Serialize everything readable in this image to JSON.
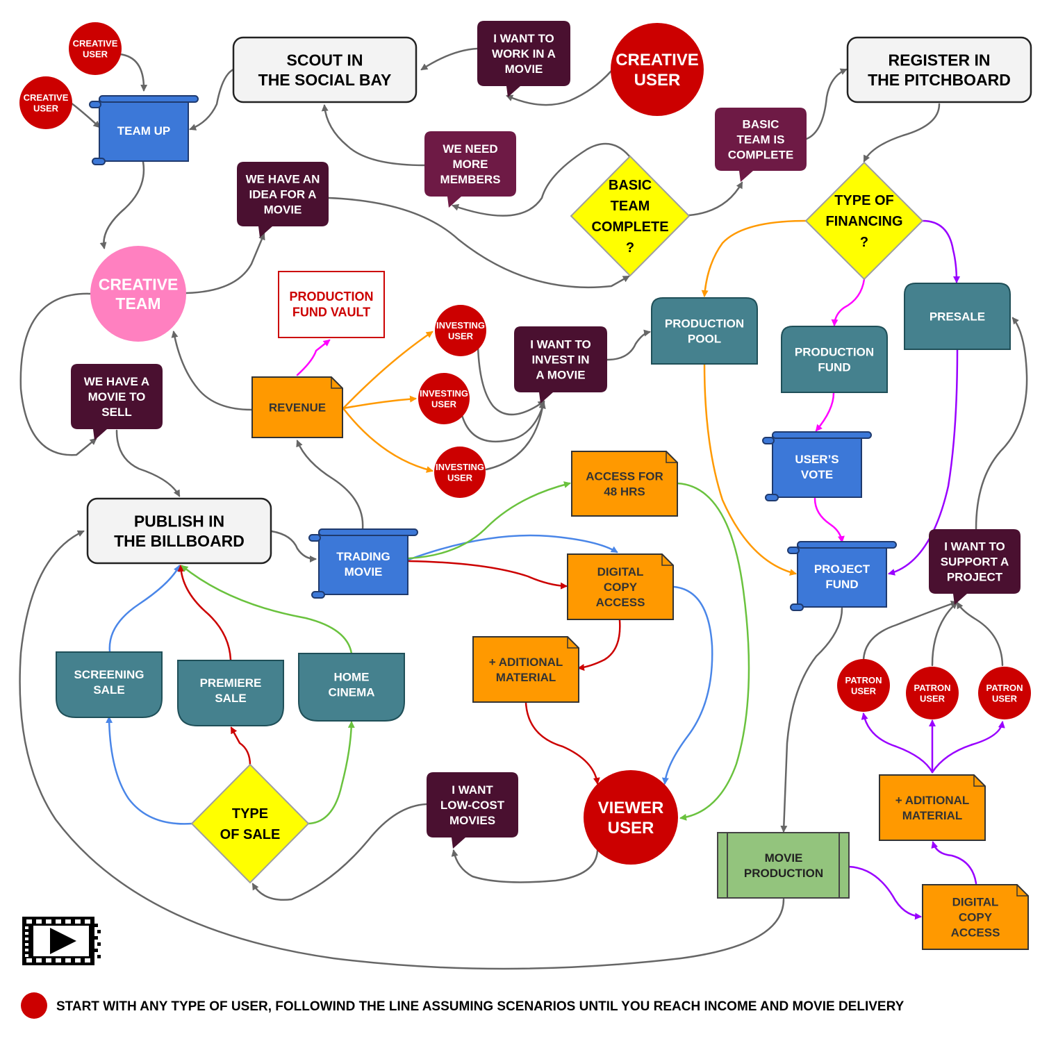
{
  "colors": {
    "creative_user": "#cc0000",
    "creative_team": "#ff80c0",
    "speech": "#4a1030",
    "speech_alt": "#6e1a45",
    "scroll_blue": "#3c78d8",
    "teal": "#45818e",
    "orange": "#ff9900",
    "diamond": "#ffff00",
    "green": "#93c47d",
    "line_gray": "#666666",
    "line_orange": "#ff9900",
    "line_magenta": "#ff00ff",
    "line_purple": "#9900ff",
    "line_blue": "#4a86e8",
    "line_red": "#cc0000",
    "line_green": "#6ac23e"
  },
  "users": {
    "creative_small_1": [
      "CREATIVE",
      "USER"
    ],
    "creative_small_2": [
      "CREATIVE",
      "USER"
    ],
    "creative_big": [
      "CREATIVE",
      "USER"
    ],
    "investing_1": [
      "INVESTING",
      "USER"
    ],
    "investing_2": [
      "INVESTING",
      "USER"
    ],
    "investing_3": [
      "INVESTING",
      "USER"
    ],
    "viewer": [
      "VIEWER",
      "USER"
    ],
    "patron_1": [
      "PATRON",
      "USER"
    ],
    "patron_2": [
      "PATRON",
      "USER"
    ],
    "patron_3": [
      "PATRON",
      "USER"
    ]
  },
  "team": {
    "creative_team": [
      "CREATIVE",
      "TEAM"
    ]
  },
  "platforms": {
    "social_bay": [
      "SCOUT IN",
      "THE SOCIAL BAY"
    ],
    "pitchboard": [
      "REGISTER IN",
      "THE PITCHBOARD"
    ],
    "billboard": [
      "PUBLISH IN",
      "THE BILLBOARD"
    ]
  },
  "bubbles": {
    "want_work": [
      "I WANT TO",
      "WORK IN A",
      "MOVIE"
    ],
    "need_members": [
      "WE NEED",
      "MORE",
      "MEMBERS"
    ],
    "team_complete": [
      "BASIC",
      "TEAM IS",
      "COMPLETE"
    ],
    "have_idea": [
      "WE HAVE AN",
      "IDEA FOR A",
      "MOVIE"
    ],
    "movie_to_sell": [
      "WE HAVE A",
      "MOVIE TO",
      "SELL"
    ],
    "want_invest": [
      "I WANT TO",
      "INVEST IN",
      "A MOVIE"
    ],
    "low_cost": [
      "I WANT",
      "LOW-COST",
      "MOVIES"
    ],
    "support_project": [
      "I WANT TO",
      "SUPPORT A",
      "PROJECT"
    ]
  },
  "decisions": {
    "basic_team": [
      "BASIC",
      "TEAM",
      "COMPLETE",
      "?"
    ],
    "financing": [
      "TYPE OF",
      "FINANCING",
      "?"
    ],
    "sale": [
      "TYPE",
      "OF SALE"
    ]
  },
  "scrolls": {
    "team_up": [
      "TEAM UP"
    ],
    "users_vote": [
      "USER’S",
      "VOTE"
    ],
    "project_fund": [
      "PROJECT",
      "FUND"
    ],
    "trading_movie": [
      "TRADING",
      "MOVIE"
    ]
  },
  "funds": {
    "production_pool": [
      "PRODUCTION",
      "POOL"
    ],
    "production_fund": [
      "PRODUCTION",
      "FUND"
    ],
    "presale": [
      "PRESALE"
    ]
  },
  "sales": {
    "screening": [
      "SCREENING",
      "SALE"
    ],
    "premiere": [
      "PREMIERE",
      "SALE"
    ],
    "home_cinema": [
      "HOME",
      "CINEMA"
    ]
  },
  "docs": {
    "revenue": [
      "REVENUE"
    ],
    "access_48": [
      "ACCESS FOR",
      "48 HRS"
    ],
    "digital_copy_1": [
      "DIGITAL",
      "COPY",
      "ACCESS"
    ],
    "aditional_1": [
      "+ ADITIONAL",
      "MATERIAL"
    ],
    "aditional_2": [
      "+ ADITIONAL",
      "MATERIAL"
    ],
    "digital_copy_2": [
      "DIGITAL",
      "COPY",
      "ACCESS"
    ]
  },
  "vault": [
    "PRODUCTION",
    "FUND VAULT"
  ],
  "production": [
    "MOVIE",
    "PRODUCTION"
  ],
  "legend_text": "START WITH ANY TYPE OF USER, FOLLOWIND THE LINE ASSUMING SCENARIOS UNTIL YOU REACH INCOME AND MOVIE DELIVERY"
}
